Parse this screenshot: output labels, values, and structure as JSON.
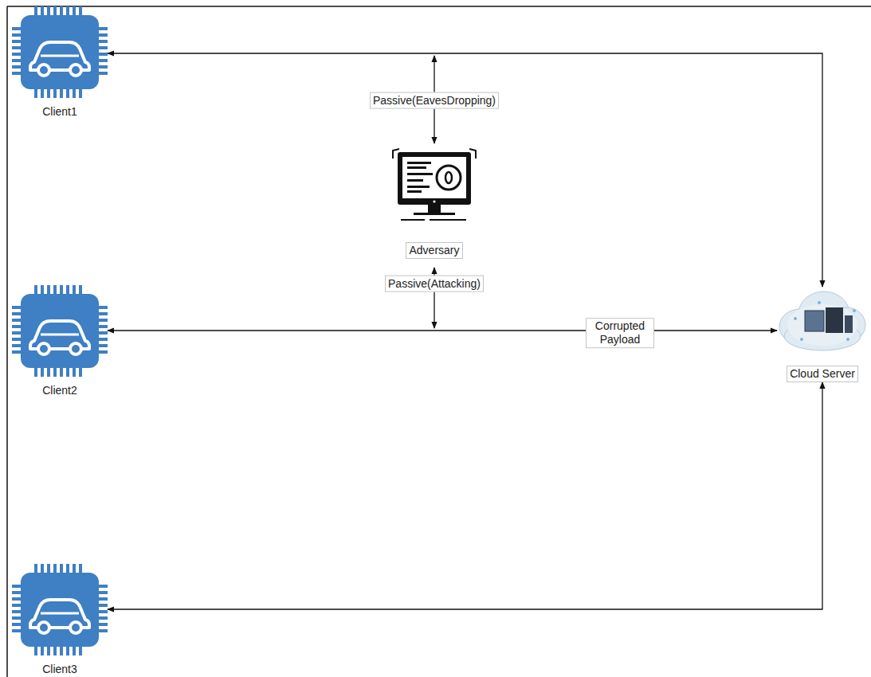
{
  "diagram": {
    "nodes": [
      {
        "text": [
          "Client1"
        ]
      },
      {
        "text": [
          "Adversary"
        ]
      },
      {
        "text": [
          "Client2"
        ]
      },
      {
        "text": [
          "Cloud Server"
        ]
      },
      {
        "text": [
          "Client3"
        ]
      }
    ],
    "edges": [
      {
        "from": 0,
        "to": 3,
        "arrow": "both"
      },
      {
        "from": 2,
        "to": 3,
        "label": "Corrupted Payload",
        "arrow": "both"
      },
      {
        "from": 4,
        "to": 3,
        "arrow": "both"
      }
    ],
    "labels": [
      "Passive(EavesDropping)",
      "Passive(Attacking)"
    ]
  }
}
